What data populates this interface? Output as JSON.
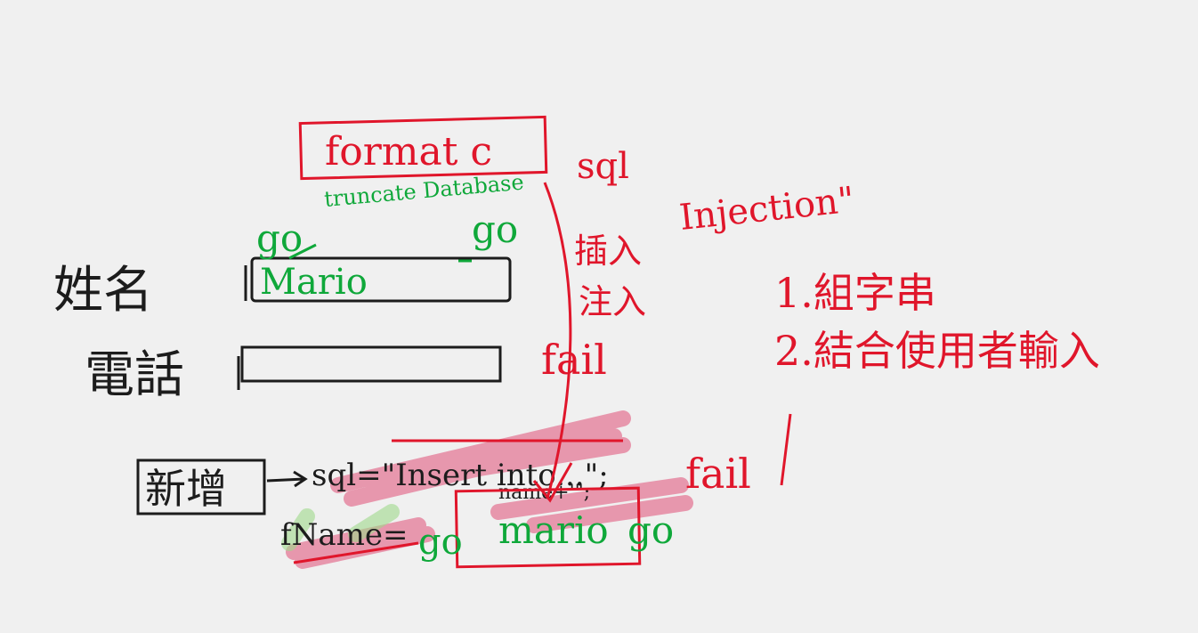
{
  "colors": {
    "ink_black": "#1c1c1c",
    "ink_red": "#e0162b",
    "ink_green": "#0fa83a",
    "highlight_pink": "#e05078",
    "highlight_green": "#9ed88a",
    "background": "#f0f0f0"
  },
  "form": {
    "name_label": "姓名",
    "name_value": "Mario",
    "phone_label": "電話",
    "add_button": "新增"
  },
  "code": {
    "sql_line": "sql=\"Insert into...\";",
    "fname_line": "fName=",
    "name_tail": "name+'\";",
    "value_box": "mario"
  },
  "annotations": {
    "format_c": "format c",
    "truncate": "truncate Database",
    "sql": "sql",
    "injection": "Injection\"",
    "inject_1": "插入",
    "inject_2": "注入",
    "fail_1": "fail",
    "fail_2": "fail",
    "go_1": "go",
    "go_2": "go",
    "go_3": "go",
    "go_4": "go",
    "list_1": "1.組字串",
    "list_2": "2.結合使用者輸入"
  }
}
